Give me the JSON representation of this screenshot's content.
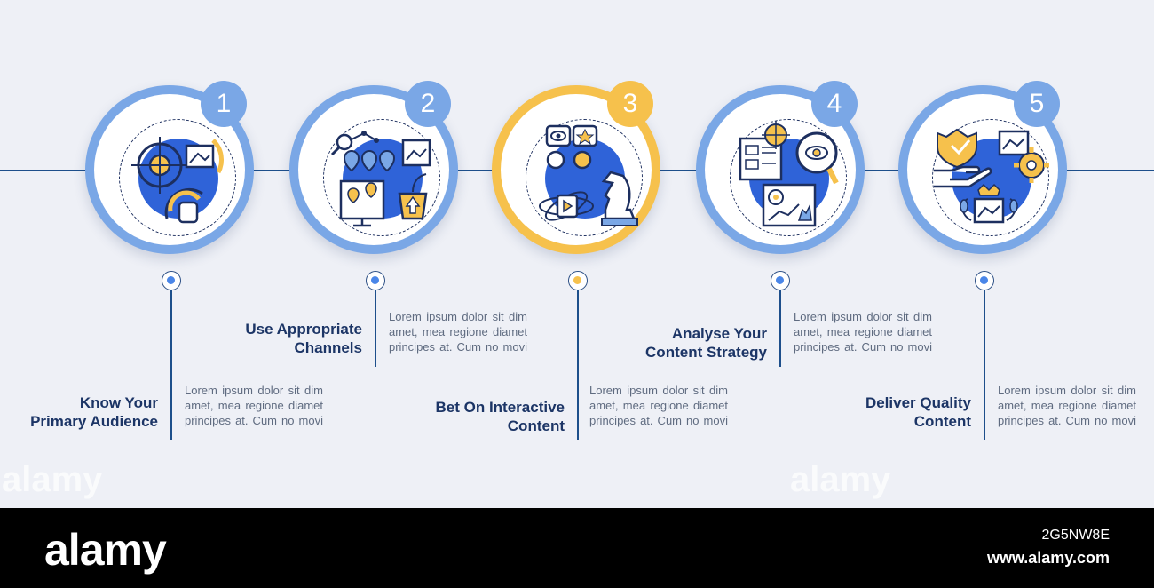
{
  "steps": [
    {
      "number": "1",
      "title_line1": "Know Your",
      "title_line2": "Primary Audience",
      "description": "Lorem ipsum dolor sit dim amet, mea regione diamet principes at. Cum no movi",
      "icon": "target-audience-icon",
      "highlighted": false
    },
    {
      "number": "2",
      "title_line1": "Use Appropriate",
      "title_line2": "Channels",
      "description": "Lorem ipsum dolor sit dim amet, mea regione diamet principes at. Cum no movi",
      "icon": "channels-map-icon",
      "highlighted": false
    },
    {
      "number": "3",
      "title_line1": "Bet On Interactive",
      "title_line2": "Content",
      "description": "Lorem ipsum dolor sit dim amet, mea regione diamet principes at. Cum no movi",
      "icon": "interactive-content-icon",
      "highlighted": true
    },
    {
      "number": "4",
      "title_line1": "Analyse Your",
      "title_line2": "Content Strategy",
      "description": "Lorem ipsum dolor sit dim amet, mea regione diamet principes at. Cum no movi",
      "icon": "analysis-icon",
      "highlighted": false
    },
    {
      "number": "5",
      "title_line1": "Deliver Quality",
      "title_line2": "Content",
      "description": "Lorem ipsum dolor sit dim amet, mea regione diamet principes at. Cum no movi",
      "icon": "quality-content-icon",
      "highlighted": false
    }
  ],
  "colors": {
    "ring": "#7aa7e6",
    "highlight": "#f6c14c",
    "line": "#1d4f8b",
    "title": "#1c3566",
    "background": "#eef0f6"
  },
  "footer": {
    "brand": "alamy",
    "image_id": "2G5NW8E",
    "url": "www.alamy.com"
  },
  "watermark": "alamy"
}
